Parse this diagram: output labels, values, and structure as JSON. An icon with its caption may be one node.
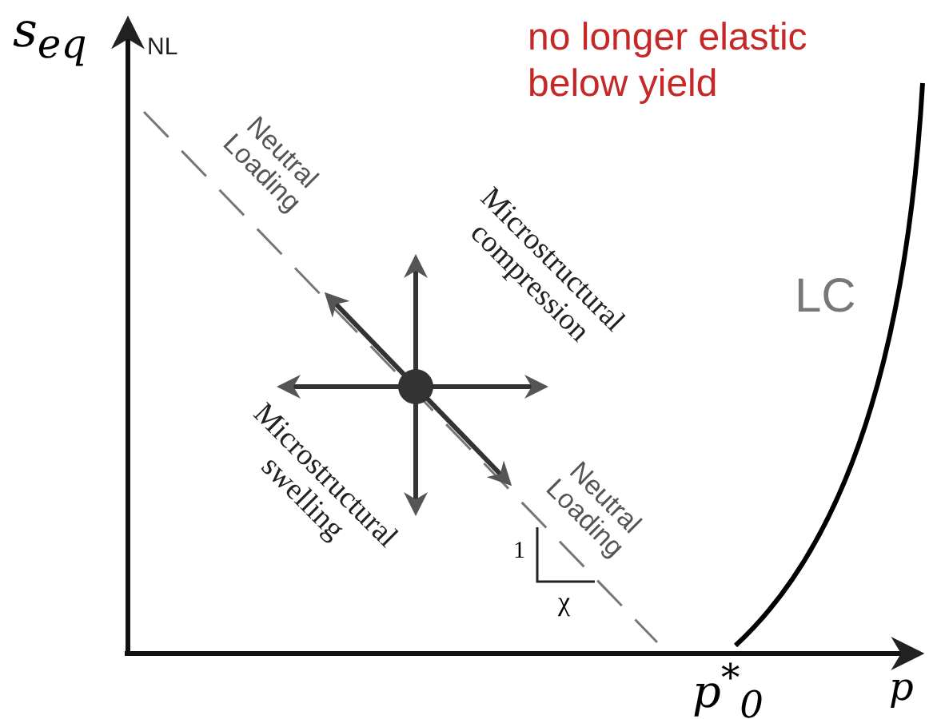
{
  "diagram": {
    "labels": [
      "s$_{eq}$",
      "NL",
      "no longer elastic below yield",
      "Neutral Loading",
      "Microstructural compression",
      "LC",
      "Microstructural swelling",
      "Neutral Loading",
      "1",
      "χ",
      "p$^{*}$$_{0}$",
      "p"
    ]
  }
}
